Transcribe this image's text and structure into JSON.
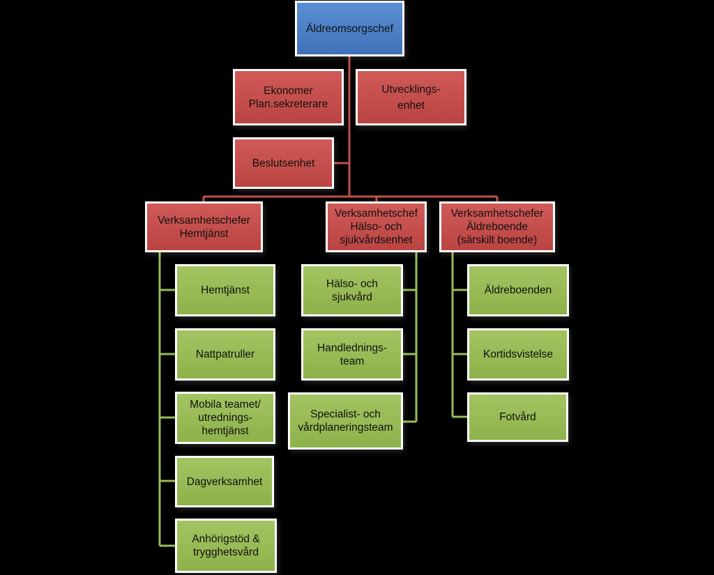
{
  "colors": {
    "top": "#4a7ec5",
    "management": "#c0504d",
    "unit": "#9bbb59",
    "connector_red": "#c0504d",
    "connector_green": "#9bbb59"
  },
  "top": {
    "label": "Äldreomsorgschef"
  },
  "staff": {
    "ekonomer": "Ekonomer\nPlan.sekreterare",
    "utveckling": "Utvecklings-\nenhet",
    "beslut": "Beslutsenhet"
  },
  "branches": {
    "hemtjanst": {
      "label": "Verksamhetschefer\nHemtjänst",
      "units": [
        "Hemtjänst",
        "Nattpatruller",
        "Mobila teamet/\nutrednings-\nhemtjänst",
        "Dagverksamhet",
        "Anhörigstöd &\ntrygghetsvård"
      ]
    },
    "halso": {
      "label": "Verksamhetschef\nHälso- och\nsjukvårdsenhet",
      "units": [
        "Hälso- och\nsjukvård",
        "Handlednings-\nteam",
        "Specialist- och\nvårdplaneringsteam"
      ]
    },
    "aldreboende": {
      "label": "Verksamhetschefer\nÄldreboende\n(särskilt boende)",
      "units": [
        "Äldreboenden",
        "Kortidsvistelse",
        "Fotvård"
      ]
    }
  }
}
